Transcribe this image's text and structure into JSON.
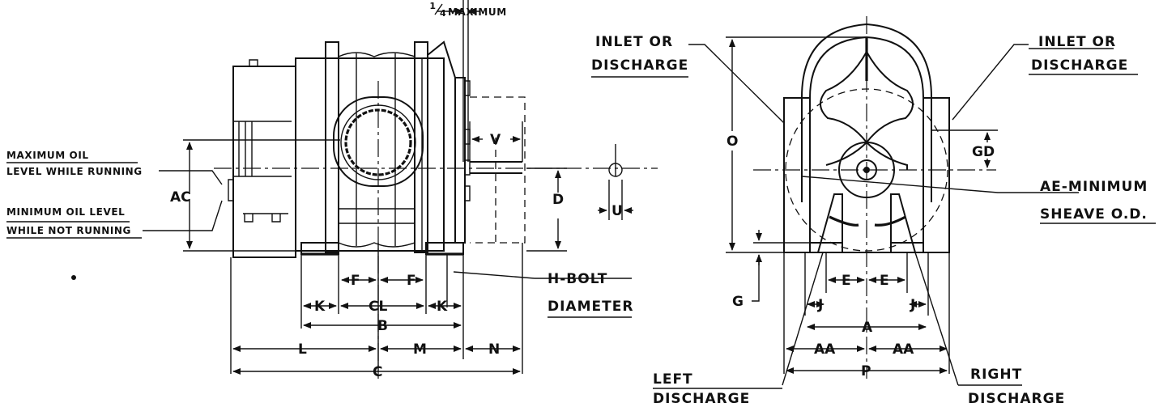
{
  "side_view": {
    "quarter_max": {
      "num": "1",
      "den": "4",
      "word": "MAXIMUM"
    },
    "max_oil": [
      "MAXIMUM OIL",
      "LEVEL WHILE RUNNING"
    ],
    "min_oil": [
      "MINIMUM OIL LEVEL",
      "WHILE NOT RUNNING"
    ],
    "h_bolt": [
      "H-BOLT",
      "DIAMETER"
    ],
    "dims": {
      "ac": "AC",
      "d": "D",
      "v": "V",
      "u": "U",
      "f": "F",
      "k": "K",
      "cl": "CL",
      "b": "B",
      "l": "L",
      "m": "M",
      "n": "N",
      "c": "C"
    }
  },
  "end_view": {
    "inlet_left": [
      "INLET OR",
      "DISCHARGE"
    ],
    "inlet_right": [
      "INLET OR",
      "DISCHARGE"
    ],
    "ae": [
      "AE-MINIMUM",
      "SHEAVE O.D."
    ],
    "left_discharge": [
      "LEFT",
      "DISCHARGE"
    ],
    "right_discharge": [
      "RIGHT",
      "DISCHARGE"
    ],
    "dims": {
      "o": "O",
      "gd": "GD",
      "g": "G",
      "e": "E",
      "j": "J",
      "a": "A",
      "aa": "AA",
      "p": "P"
    }
  }
}
